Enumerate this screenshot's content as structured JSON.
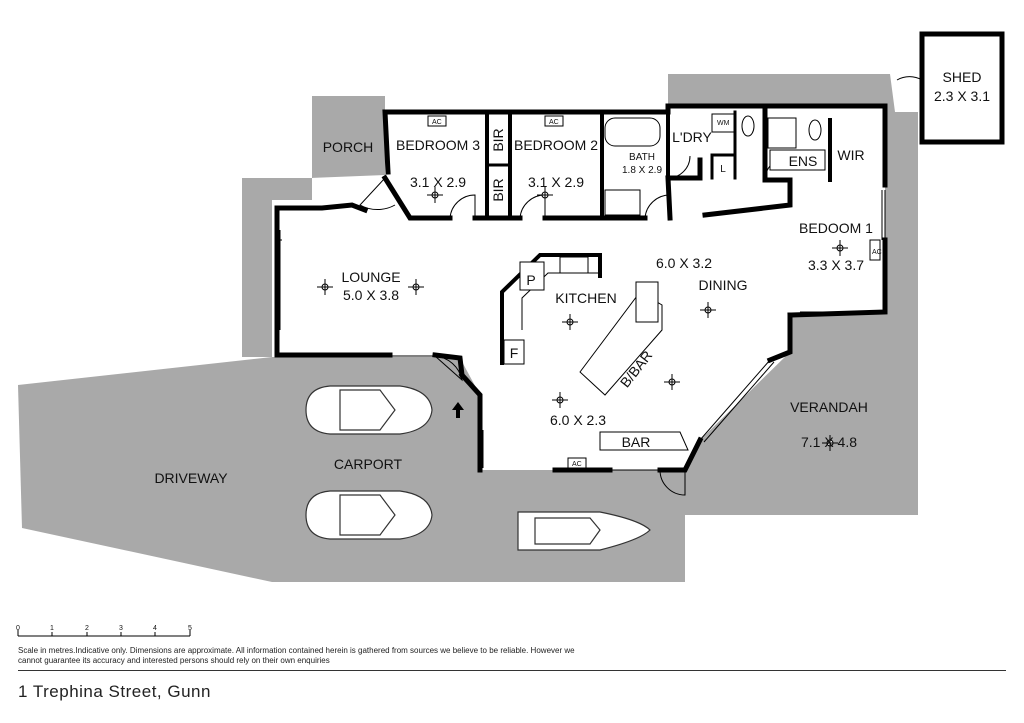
{
  "rooms": {
    "shed": {
      "name": "SHED",
      "dims": "2.3 X 3.1"
    },
    "porch": {
      "name": "PORCH"
    },
    "bedroom3": {
      "name": "BEDROOM 3",
      "dims": "3.1 X 2.9"
    },
    "bir": {
      "name": "BIR"
    },
    "bedroom2": {
      "name": "BEDROOM 2",
      "dims": "3.1 X 2.9"
    },
    "bath": {
      "name": "BATH",
      "dims": "1.8 X 2.9"
    },
    "laundry": {
      "name": "L'DRY"
    },
    "toilet": {
      "name": "L"
    },
    "wm": {
      "name": "WM"
    },
    "ens": {
      "name": "ENS"
    },
    "wir": {
      "name": "WIR"
    },
    "bedroom1": {
      "name": "BEDOOM 1",
      "dims": "3.3 X 3.7"
    },
    "lounge": {
      "name": "LOUNGE",
      "dims": "5.0 X 3.8"
    },
    "kitchen": {
      "name": "KITCHEN"
    },
    "pantry": {
      "name": "P"
    },
    "fridge": {
      "name": "F"
    },
    "dining": {
      "name": "DINING",
      "dims": "6.0 X 3.2"
    },
    "bbar": {
      "name": "B/BAR"
    },
    "family": {
      "dims": "6.0 X 2.3"
    },
    "bar": {
      "name": "BAR"
    },
    "verandah": {
      "name": "VERANDAH",
      "dims": "7.1 X 4.8"
    },
    "carport": {
      "name": "CARPORT"
    },
    "driveway": {
      "name": "DRIVEWAY"
    }
  },
  "ac_label": "AC",
  "scale": {
    "ticks": [
      "0",
      "1",
      "2",
      "3",
      "4",
      "5"
    ]
  },
  "disclaimer": "Scale in metres.Indicative only. Dimensions are approximate. All information contained herein is gathered from sources we believe to be reliable. However we cannot guarantee its accuracy and interested persons should rely on their own enquiries",
  "address": "1 Trephina Street, Gunn",
  "colors": {
    "outdoor": "#a8a8a8",
    "wall": "#000000",
    "floor": "#ffffff"
  }
}
